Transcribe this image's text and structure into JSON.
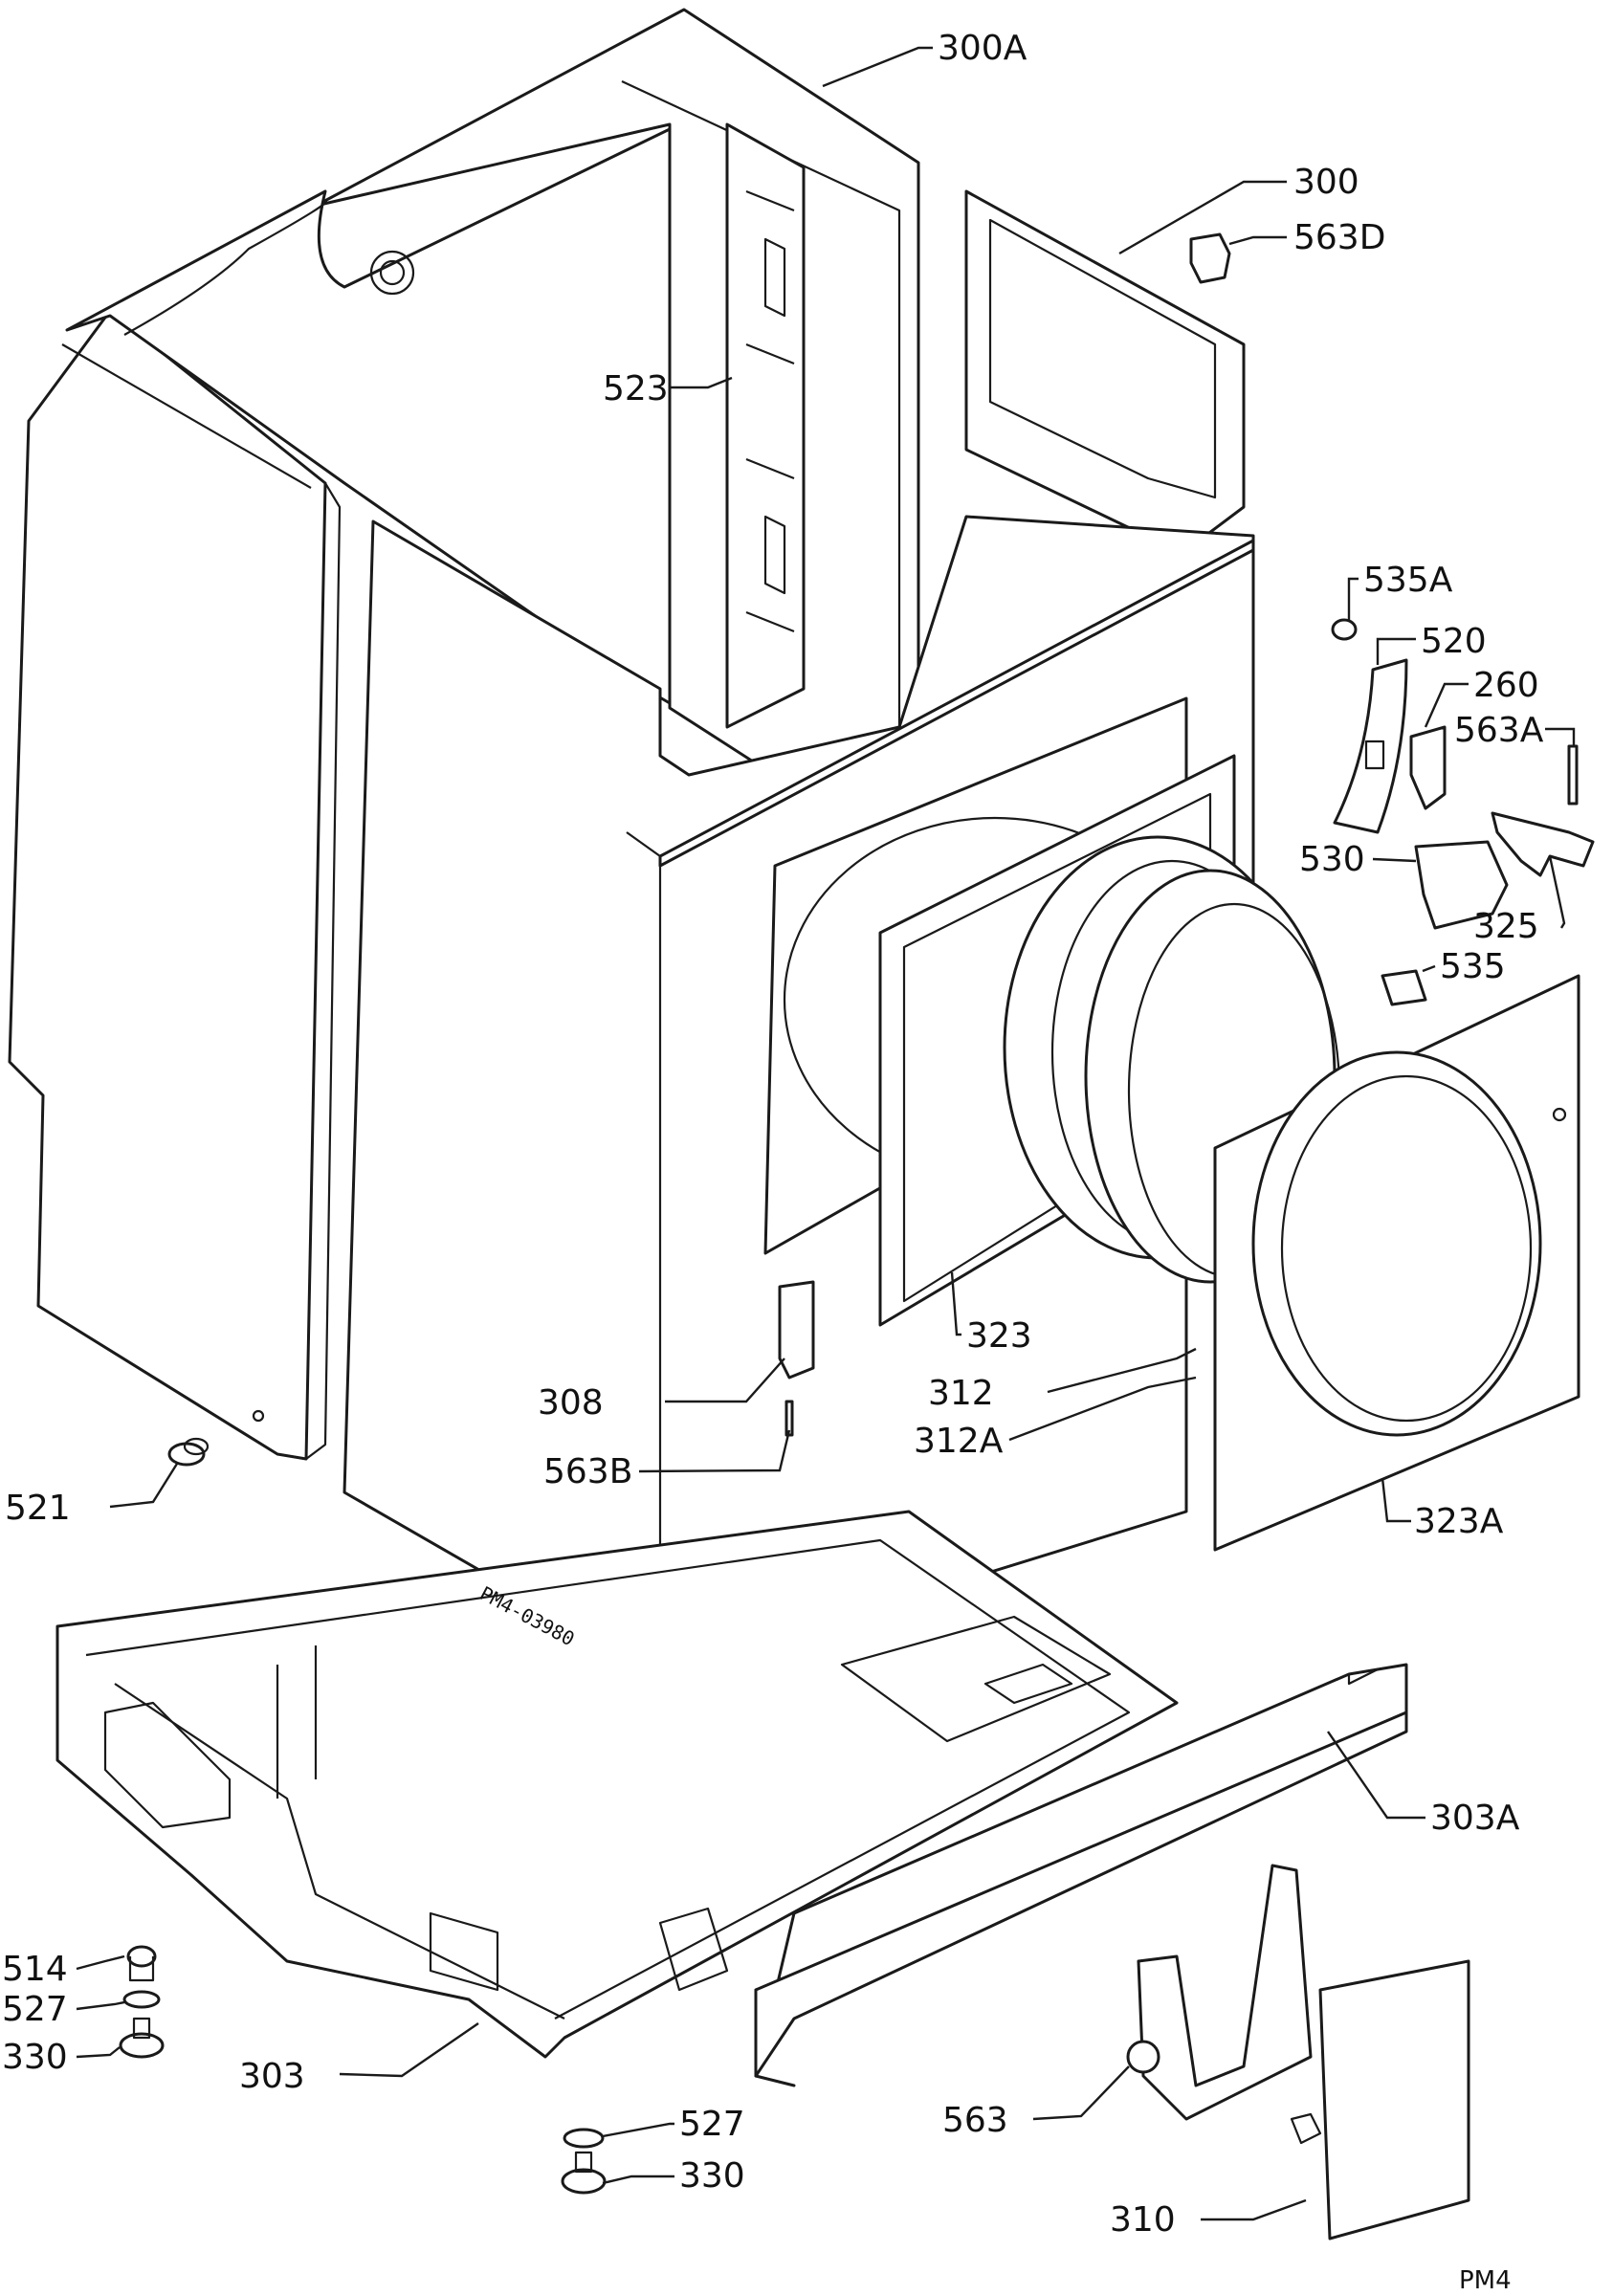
{
  "labels": {
    "p300A": "300A",
    "p300": "300",
    "p563D": "563D",
    "p523": "523",
    "p535A": "535A",
    "p520": "520",
    "p260": "260",
    "p563A": "563A",
    "p530": "530",
    "p325": "325",
    "p535": "535",
    "p323": "323",
    "p312": "312",
    "p312A": "312A",
    "p308": "308",
    "p563B": "563B",
    "p521": "521",
    "p323A": "323A",
    "p303A": "303A",
    "p514": "514",
    "p527a": "527",
    "p330a": "330",
    "p303": "303",
    "p527b": "527",
    "p330b": "330",
    "p563": "563",
    "p310": "310"
  },
  "stamp": "PM4-03980",
  "corner_code": "PM4"
}
